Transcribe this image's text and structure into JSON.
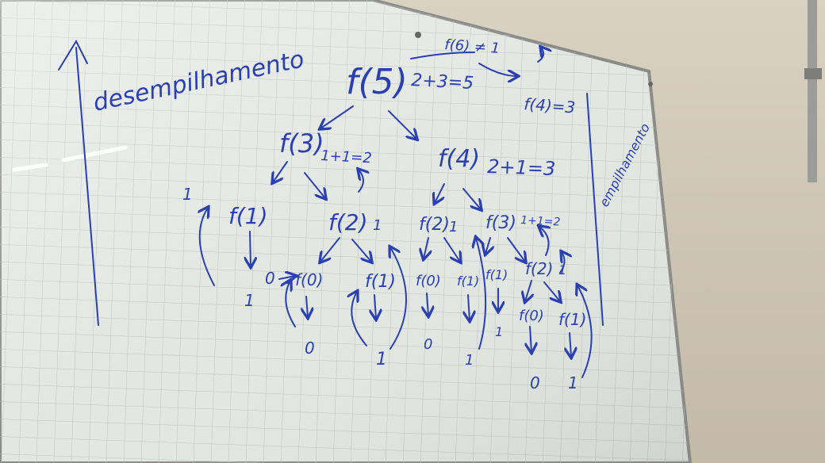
{
  "photo": {
    "subject": "whiteboard-recursion-tree",
    "colors": {
      "wall": "#cfc7b7",
      "board": "#e3e7e2",
      "grid": "#b9c3c0",
      "marker": "#2a3fb0",
      "frame": "#8a8a86"
    }
  },
  "board": {
    "label_left": "desempilhamento",
    "label_right": "empilhamento",
    "top_note": "f(6) ≠ 1",
    "top_right": "f(4)=3",
    "root": {
      "call": "f(5)",
      "result": "2+3=5"
    },
    "level1": [
      {
        "call": "f(3)",
        "result": "1+1=2"
      },
      {
        "call": "f(4)",
        "result": "2+1=3"
      }
    ],
    "level2": [
      {
        "call": "f(1)",
        "ret": "1"
      },
      {
        "call": "f(2)",
        "ret": "1"
      },
      {
        "call": "f(2)",
        "ret": "1"
      },
      {
        "call": "f(3)",
        "result": "1+1=2"
      }
    ],
    "level3": [
      {
        "call": "f(0)",
        "ret": "0"
      },
      {
        "call": "f(1)",
        "ret": "1"
      },
      {
        "call": "f(0)",
        "ret": "0"
      },
      {
        "call": "f(1)",
        "ret": "1"
      },
      {
        "call": "f(1)",
        "ret": "1"
      },
      {
        "call": "f(2)",
        "ret": "1"
      }
    ],
    "level4": [
      {
        "call": "f(0)",
        "ret": "0"
      },
      {
        "call": "f(1)",
        "ret": "1"
      }
    ],
    "misc": {
      "leaf_f1": "1",
      "leaf_f1_left": "1",
      "zero_arrow": "0"
    }
  }
}
